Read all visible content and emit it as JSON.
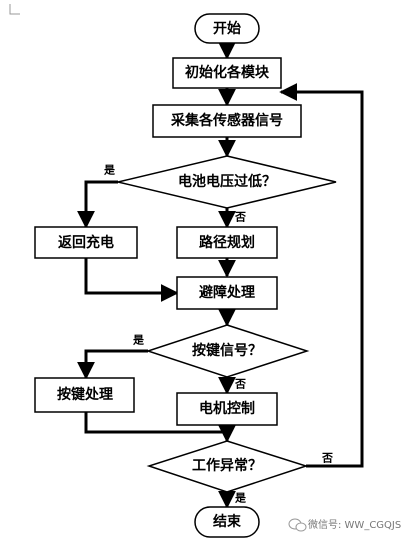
{
  "flowchart": {
    "start": "开始",
    "init": "初始化各模块",
    "collect": "采集各传感器信号",
    "battery_check": "电池电压过低？",
    "return_charge": "返回充电",
    "path_plan": "路径规划",
    "obstacle": "避障处理",
    "key_check": "按键信号？",
    "key_handle": "按键处理",
    "motor": "电机控制",
    "work_check": "工作异常？",
    "end": "结束",
    "yes": "是",
    "no": "否"
  },
  "watermark": "微信号: WW_CGQJS"
}
